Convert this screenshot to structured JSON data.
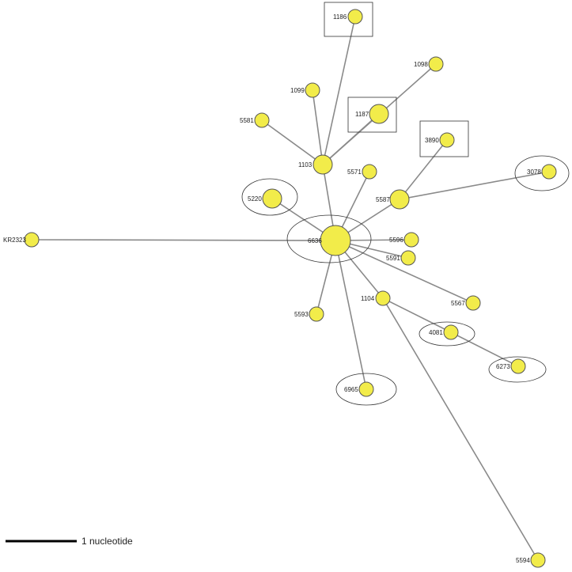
{
  "network": {
    "nodes": [
      {
        "id": "6636",
        "label": "6636"
      },
      {
        "id": "1186",
        "label": "1186"
      },
      {
        "id": "1098",
        "label": "1098"
      },
      {
        "id": "1099",
        "label": "1099"
      },
      {
        "id": "1187",
        "label": "1187"
      },
      {
        "id": "5581",
        "label": "5581"
      },
      {
        "id": "3890",
        "label": "3890"
      },
      {
        "id": "1103",
        "label": "1103"
      },
      {
        "id": "5571",
        "label": "5571"
      },
      {
        "id": "3078",
        "label": "3078"
      },
      {
        "id": "5220",
        "label": "5220"
      },
      {
        "id": "5587",
        "label": "5587"
      },
      {
        "id": "KR2323",
        "label": "KR2323"
      },
      {
        "id": "5596",
        "label": "5596"
      },
      {
        "id": "5591",
        "label": "5591"
      },
      {
        "id": "1104",
        "label": "1104"
      },
      {
        "id": "5567",
        "label": "5567"
      },
      {
        "id": "5593",
        "label": "5593"
      },
      {
        "id": "4081",
        "label": "4081"
      },
      {
        "id": "6273",
        "label": "6273"
      },
      {
        "id": "6965",
        "label": "6965"
      },
      {
        "id": "5594",
        "label": "5594"
      }
    ],
    "edges": [
      [
        "6636",
        "1103"
      ],
      [
        "1103",
        "1186"
      ],
      [
        "1103",
        "1098"
      ],
      [
        "1103",
        "1099"
      ],
      [
        "1103",
        "1187"
      ],
      [
        "1103",
        "5581"
      ],
      [
        "6636",
        "5571"
      ],
      [
        "6636",
        "5587"
      ],
      [
        "5587",
        "3890"
      ],
      [
        "5587",
        "3078"
      ],
      [
        "6636",
        "5220"
      ],
      [
        "6636",
        "KR2323"
      ],
      [
        "6636",
        "5596"
      ],
      [
        "6636",
        "5591"
      ],
      [
        "6636",
        "5567"
      ],
      [
        "6636",
        "1104"
      ],
      [
        "1104",
        "4081"
      ],
      [
        "4081",
        "6273"
      ],
      [
        "1104",
        "5594"
      ],
      [
        "6636",
        "5593"
      ],
      [
        "6636",
        "6965"
      ]
    ],
    "boxed": [
      "1186",
      "1187",
      "3890"
    ],
    "circled": [
      "6636",
      "5220",
      "3078",
      "4081",
      "6273",
      "6965"
    ]
  },
  "scale": {
    "label": "1 nucleotide"
  },
  "colors": {
    "node_fill": "#f2ec4a",
    "edge": "#8a8a8a"
  }
}
